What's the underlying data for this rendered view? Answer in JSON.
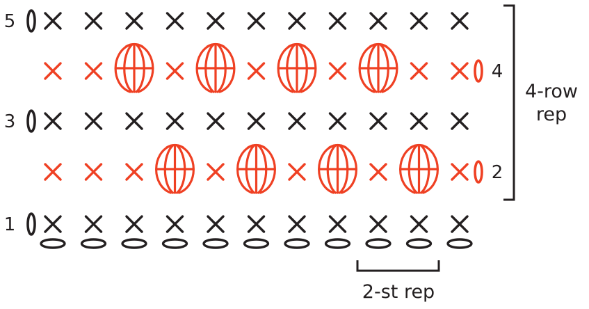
{
  "colors": {
    "black": "#231f20",
    "accent": "#ef4023",
    "background": "#ffffff"
  },
  "legend_symbols": {
    "sc": "x-stitch-icon",
    "ch": "chain-oval-icon",
    "turning_ch": "turning-chain-icon",
    "cluster": "puff-cluster-icon"
  },
  "rows": [
    {
      "number": "5",
      "label_side": "left",
      "color": "black",
      "stitches": [
        "sc",
        "sc",
        "sc",
        "sc",
        "sc",
        "sc",
        "sc",
        "sc",
        "sc",
        "sc",
        "sc"
      ]
    },
    {
      "number": "4",
      "label_side": "right",
      "color": "accent",
      "stitches": [
        "sc",
        "sc",
        "cluster",
        "sc",
        "cluster",
        "sc",
        "cluster",
        "sc",
        "cluster",
        "sc",
        "sc"
      ]
    },
    {
      "number": "3",
      "label_side": "left",
      "color": "black",
      "stitches": [
        "sc",
        "sc",
        "sc",
        "sc",
        "sc",
        "sc",
        "sc",
        "sc",
        "sc",
        "sc",
        "sc"
      ]
    },
    {
      "number": "2",
      "label_side": "right",
      "color": "accent",
      "stitches": [
        "sc",
        "sc",
        "sc",
        "cluster",
        "sc",
        "cluster",
        "sc",
        "cluster",
        "sc",
        "cluster",
        "sc"
      ]
    },
    {
      "number": "1",
      "label_side": "left",
      "color": "black",
      "stitches": [
        "sc",
        "sc",
        "sc",
        "sc",
        "sc",
        "sc",
        "sc",
        "sc",
        "sc",
        "sc",
        "sc"
      ]
    }
  ],
  "foundation_chain_count": 11,
  "row_repeat_label": [
    "4-row",
    "rep"
  ],
  "stitch_repeat_label": "2-st rep"
}
